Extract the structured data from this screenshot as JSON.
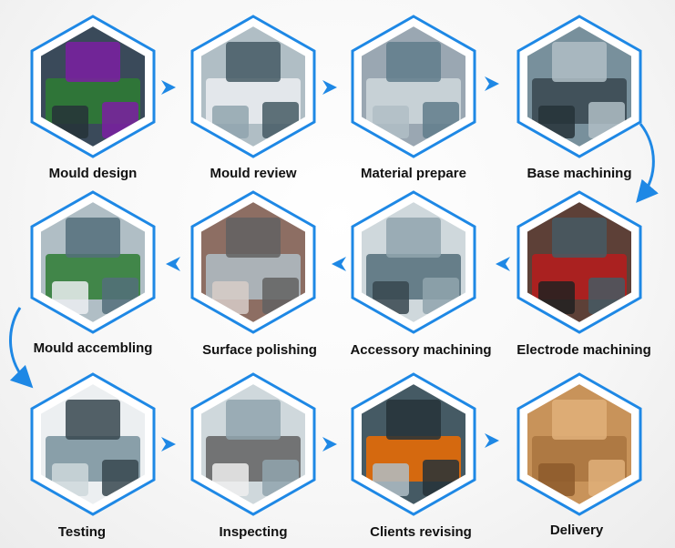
{
  "steps": [
    {
      "label": "Mould design",
      "photo": "mould-design-photo"
    },
    {
      "label": "Mould review",
      "photo": "meeting-room-photo"
    },
    {
      "label": "Material prepare",
      "photo": "steel-blocks-photo"
    },
    {
      "label": "Base machining",
      "photo": "cnc-machine-photo"
    },
    {
      "label": "Electrode machining",
      "photo": "electrode-worker-photo"
    },
    {
      "label": "Accessory machining",
      "photo": "workshop-floor-photo"
    },
    {
      "label": "Surface polishing",
      "photo": "polishing-hands-photo"
    },
    {
      "label": "Mould accembling",
      "photo": "assembly-line-photo"
    },
    {
      "label": "Testing",
      "photo": "testing-machine-photo"
    },
    {
      "label": "Inspecting",
      "photo": "gauge-inspection-photo"
    },
    {
      "label": "Clients revising",
      "photo": "clients-review-photo"
    },
    {
      "label": "Delivery",
      "photo": "wooden-crate-photo"
    }
  ],
  "colors": {
    "hex_border": "#1e88e5",
    "arrow": "#1e88e5",
    "label": "#111111"
  }
}
